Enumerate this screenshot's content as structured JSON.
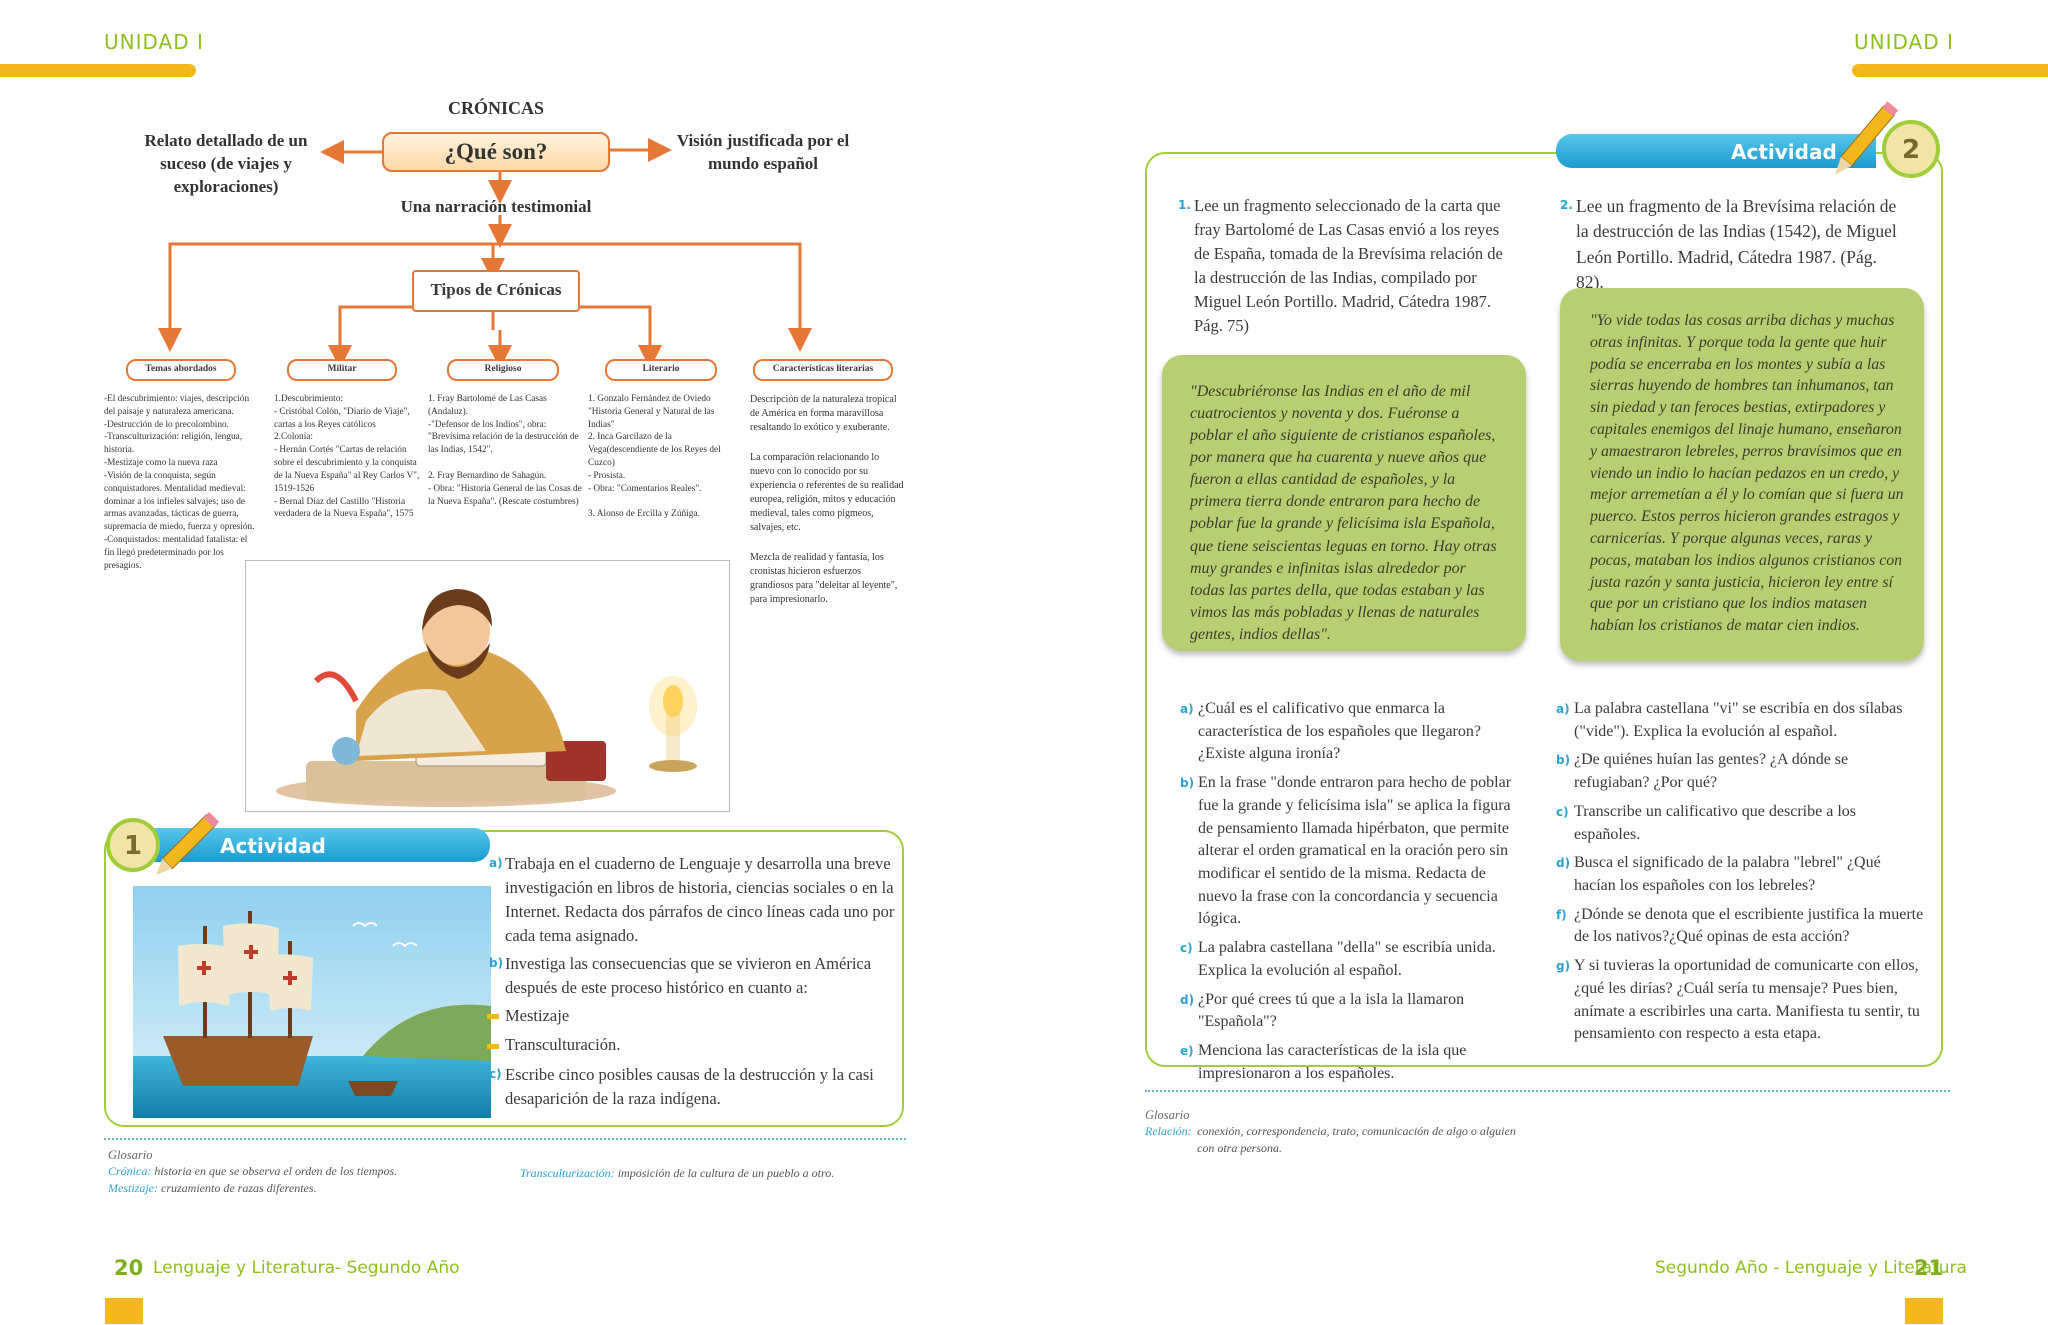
{
  "header": {
    "unit_left": "UNIDAD I",
    "unit_right": "UNIDAD I"
  },
  "mindmap": {
    "title": "CRÓNICAS",
    "center": "¿Qué son?",
    "left": "Relato detallado de un suceso (de viajes y exploraciones)",
    "right": "Visión justificada por el mundo español",
    "below": "Una narración testimonial",
    "tipos": "Tipos de Crónicas",
    "categories": [
      "Temas abordados",
      "Militar",
      "Religioso",
      "Literario",
      "Características literarias"
    ],
    "col1": "-El descubrimiento: viajes, descripción del paisaje y naturaleza americana.\n-Destrucción de lo precolombino.\n-Transculturización: religión, lengua, historia.\n-Mestizaje como la nueva raza\n-Visión de la conquista, según conquistadores. Mentalidad medieval: dominar a los infieles salvajes; uso de armas avanzadas, tácticas de guerra, supremacía de miedo, fuerza y opresión.\n-Conquistados: mentalidad fatalista: el fin llegó predeterminado por los presagios.",
    "col2": "1.Descubrimiento:\n  - Cristóbal Colón, \"Diario de Viaje\", cartas a los Reyes católicos\n2.Colonia:\n  - Hernán Cortés \"Cartas de relación sobre el descubrimiento y la conquista de la Nueva España\" al Rey Carlos V\", 1519-1526\n  - Bernal Díaz del Castillo \"Historia verdadera de la Nueva España\", 1575",
    "col3": "1. Fray Bartolomé de Las Casas (Andaluz).\n  -\"Defensor de los Indios\", obra: \"Brevísima relación de la destrucción de las Indias, 1542\".\n\n2. Fray Bernardino de Sahagún.\n  - Obra: \"Historia General de las Cosas de la Nueva España\". (Rescate costumbres)",
    "col4": "1. Gonzalo Fernández de Oviedo \"Historia General y Natural de las Indias\"\n2. Inca Garcilazo de la Vega(descendiente de los Reyes del Cuzco)\n  - Prosista.\n  - Obra: \"Comentarios Reales\".\n\n3. Alonso de Ercilla y Zúñiga.",
    "col5_p1": "Descripción de la naturaleza tropical de América en forma maravillosa resaltando lo exótico y exuberante.",
    "col5_p2": "La comparación relacionando lo nuevo con lo conocido por su experiencia o referentes de su realidad europea, religión, mitos y educación medieval, tales como pigmeos, salvajes, etc.",
    "col5_p3": "Mezcla de realidad y fantasía, los cronistas hicieron esfuerzos grandiosos para \"deleitar al leyente\", para impresionarlo."
  },
  "activity1": {
    "number": "1",
    "label": "Actividad",
    "a_label": "a)",
    "a": "Trabaja en el cuaderno de Lenguaje y desarrolla una breve investigación en libros de historia, ciencias sociales o en la Internet. Redacta dos párrafos de cinco líneas cada uno por cada tema asignado.",
    "b_label": "b)",
    "b": "Investiga las consecuencias que se vivieron en América después de este proceso histórico en cuanto a:",
    "b1": "Mestizaje",
    "b2": "Transculturación.",
    "c_label": "c)",
    "c": "Escribe cinco posibles causas de la destrucción y la casi desaparición de la raza indígena."
  },
  "glossary_left": {
    "title": "Glosario",
    "t1": "Crónica:",
    "d1": "historia en que se observa el orden de los tiempos.",
    "t2": "Mestizaje:",
    "d2": "cruzamiento de razas diferentes.",
    "t3": "Transculturización:",
    "d3": "imposición de la cultura de un pueblo a otro."
  },
  "footer_left": {
    "page": "20",
    "text": "Lenguaje y Literatura- Segundo Año"
  },
  "activity2": {
    "number": "2",
    "label": "Actividad",
    "q1_num": "1.",
    "q1": "Lee un fragmento seleccionado de la carta que fray Bartolomé de Las Casas envió a los reyes de España, tomada de la Brevísima relación de la destrucción de las Indias, compilado por Miguel León Portillo. Madrid, Cátedra 1987. Pág. 75)",
    "q2_num": "2.",
    "q2": "Lee un fragmento de la Brevísima relación de la destrucción de las Indias (1542), de Miguel León Portillo. Madrid, Cátedra 1987. (Pág. 82).",
    "quote1": "\"Descubriéronse las Indias en el año de mil cuatrocientos y noventa y dos. Fuéronse a poblar el año siguiente de cristianos españoles, por manera que ha cuarenta y nueve años que fueron a ellas cantidad de españoles, y la primera tierra donde entraron para hecho de poblar fue la grande y felicísima isla Española, que tiene seiscientas leguas en torno. Hay otras muy grandes e infinitas islas alrededor por todas las partes della, que todas estaban y las vimos las más pobladas y llenas de naturales gentes, indios dellas\".",
    "quote2": "\"Yo vide todas las cosas arriba dichas y muchas otras infinitas. Y porque toda la gente que huir podía se encerraba en los montes y subía a las sierras huyendo de hombres tan inhumanos, tan sin piedad y tan feroces bestias, extirpadores y capitales enemigos del linaje humano, enseñaron y amaestraron lebreles, perros bravísimos que en viendo un indio lo hacían pedazos en un credo, y mejor arremetían a él y lo comían que si fuera un puerco. Estos perros hicieron grandes estragos y carnicerías. Y porque algunas veces, raras y pocas, mataban los indios algunos cristianos con justa razón y santa justicia, hicieron ley entre sí que por un cristiano que los indios matasen habían los cristianos de matar cien indios.",
    "left_q": [
      {
        "l": "a)",
        "t": "¿Cuál es el calificativo que enmarca la característica de los españoles que llegaron? ¿Existe alguna ironía?"
      },
      {
        "l": "b)",
        "t": "En la frase \"donde entraron para hecho de poblar fue la grande y felicísima isla\" se aplica la figura de pensamiento llamada hipérbaton, que permite alterar el orden gramatical en la oración pero sin modificar el sentido de la misma. Redacta de nuevo la frase con la concordancia y secuencia lógica."
      },
      {
        "l": "c)",
        "t": "La palabra castellana \"della\" se escribía unida. Explica la evolución al español."
      },
      {
        "l": "d)",
        "t": "¿Por qué crees tú que a la isla la llamaron \"Española\"?"
      },
      {
        "l": "e)",
        "t": "Menciona las características de la isla que impresionaron a los españoles."
      }
    ],
    "right_q": [
      {
        "l": "a)",
        "t": "La palabra castellana \"vi\" se escribía en dos sílabas (\"vide\"). Explica la evolución al español."
      },
      {
        "l": "b)",
        "t": "¿De quiénes huían las gentes? ¿A dónde se refugiaban? ¿Por qué?"
      },
      {
        "l": "c)",
        "t": "Transcribe un calificativo que describe a los españoles."
      },
      {
        "l": "d)",
        "t": "Busca el significado de la palabra \"lebrel\" ¿Qué hacían los españoles con los lebreles?"
      },
      {
        "l": "f)",
        "t": "¿Dónde se denota que el escribiente justifica la muerte de los nativos?¿Qué opinas de esta acción?"
      },
      {
        "l": "g)",
        "t": "Y si tuvieras la oportunidad de comunicarte con ellos, ¿qué les dirías? ¿Cuál sería tu mensaje? Pues bien, anímate a escribirles una carta. Manifiesta tu sentir, tu pensamiento con respecto a esta etapa."
      }
    ]
  },
  "glossary_right": {
    "title": "Glosario",
    "t1": "Relación:",
    "d1": "conexión, correspondencia, trato, comunicación de algo o alguien con otra persona."
  },
  "footer_right": {
    "page": "21",
    "text": "Segundo Año - Lenguaje y Literatura"
  },
  "colors": {
    "accent_green": "#9fce3a",
    "accent_orange": "#e67837",
    "accent_yellow": "#f5b81c",
    "accent_blue": "#2aa2d6"
  }
}
